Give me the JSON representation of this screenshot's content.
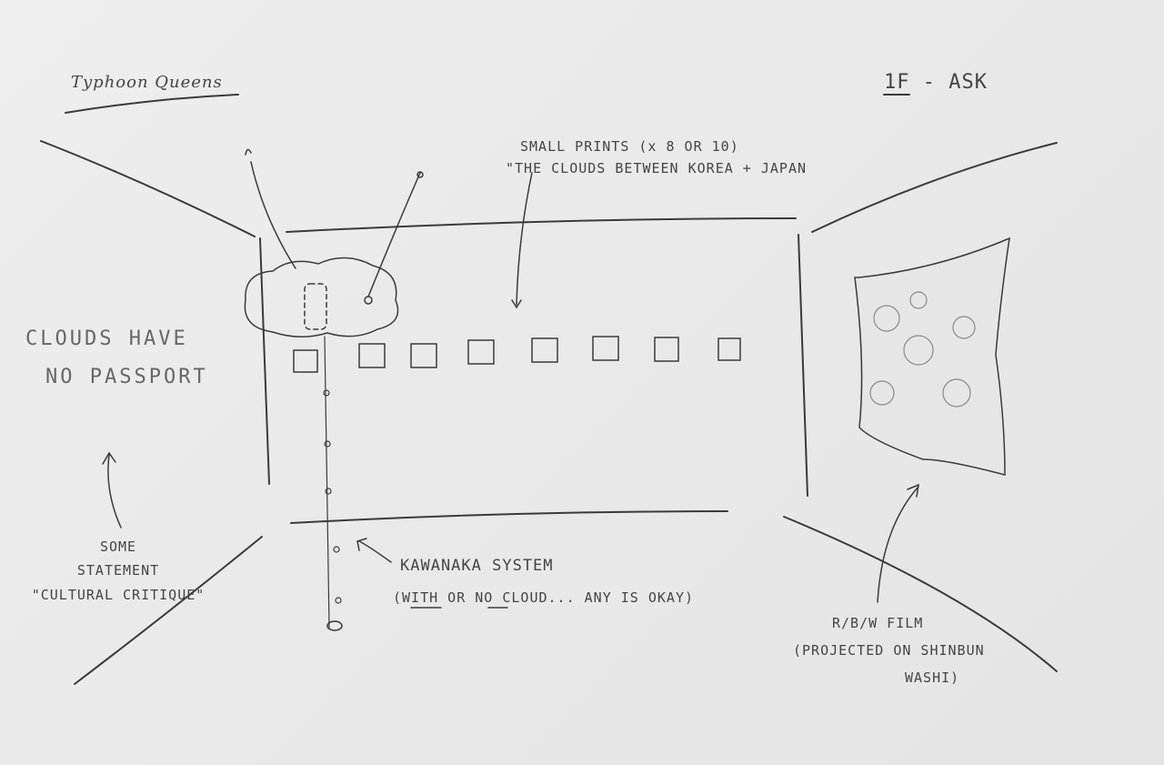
{
  "sketch": {
    "title": "Typhoon Queens",
    "floor_label": "1F - ASK",
    "prints_note": {
      "line1": "SMALL PRINTS (x 8 OR 10)",
      "line2": "\"THE CLOUDS BETWEEN KOREA + JAPAN"
    },
    "left_wall_text": {
      "line1": "CLOUDS HAVE",
      "line2": "NO PASSPORT"
    },
    "statement_note": {
      "line1": "SOME",
      "line2": "STATEMENT",
      "line3": "\"CULTURAL CRITIQUE\""
    },
    "kawanaka_note": {
      "line1": "KAWANAKA SYSTEM",
      "line2": "(WITH OR NO CLOUD... ANY IS OKAY)"
    },
    "film_note": {
      "line1": "R/B/W FILM",
      "line2": "(PROJECTED ON SHINBUN",
      "line3": "WASHI)"
    },
    "print_count": 8,
    "colors": {
      "paper": "#ebebeb",
      "pencil": "#3c3c3c"
    }
  }
}
